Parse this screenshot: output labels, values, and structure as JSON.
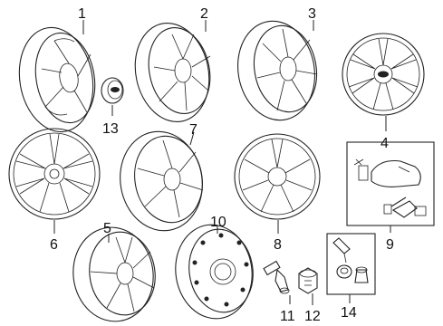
{
  "callouts": {
    "n1": "1",
    "n2": "2",
    "n3": "3",
    "n4": "4",
    "n5": "5",
    "n6": "6",
    "n7": "7",
    "n8": "8",
    "n9": "9",
    "n10": "10",
    "n11": "11",
    "n12": "12",
    "n13": "13",
    "n14": "14"
  },
  "colors": {
    "line": "#222222",
    "background": "#ffffff"
  }
}
